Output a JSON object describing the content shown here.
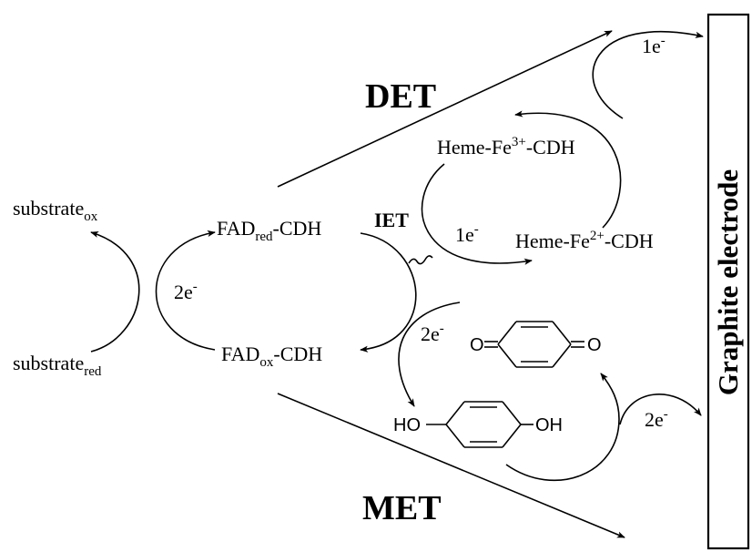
{
  "labels": {
    "det": "DET",
    "met": "MET",
    "iet": "IET",
    "electrode": "Graphite electrode",
    "substrate_ox": {
      "base": "substrate",
      "sub": "ox"
    },
    "substrate_red": {
      "base": "substrate",
      "sub": "red"
    },
    "fad_red": {
      "pre": "FAD",
      "sub": "red",
      "post": "-CDH"
    },
    "fad_ox": {
      "pre": "FAD",
      "sub": "ox",
      "post": "-CDH"
    },
    "heme_fe3": {
      "pre": "Heme-Fe",
      "sup": "3+",
      "post": "-CDH"
    },
    "heme_fe2": {
      "pre": "Heme-Fe",
      "sup": "2+",
      "post": "-CDH"
    },
    "e_2_left": {
      "base": "2e",
      "sup": "-"
    },
    "e_1_top": {
      "base": "1e",
      "sup": "-"
    },
    "e_1_iet": {
      "base": "1e",
      "sup": "-"
    },
    "e_2_met": {
      "base": "2e",
      "sup": "-"
    },
    "e_2_right": {
      "base": "2e",
      "sup": "-"
    },
    "quinone_o_left": "O",
    "quinone_o_right": "O",
    "hydroquinone_ho": "HO",
    "hydroquinone_oh": "OH"
  }
}
